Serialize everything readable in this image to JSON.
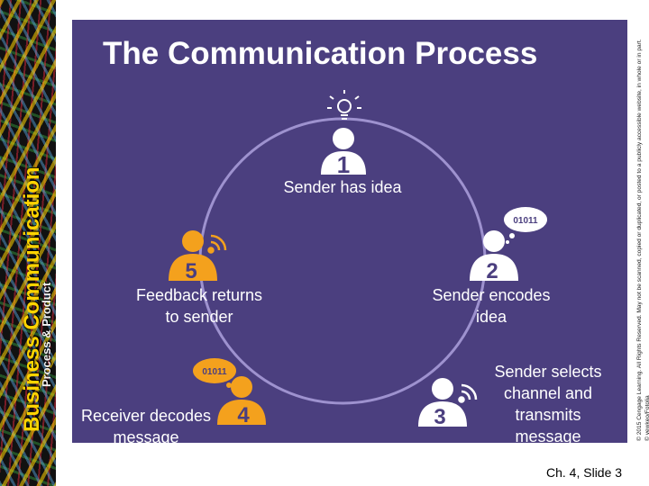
{
  "sidebar": {
    "book_title": "Business Communication",
    "book_subtitle": "Process & Product"
  },
  "slide": {
    "title": "The Communication Process",
    "footer": "Ch. 4, Slide 3",
    "copyright": "© 2015 Cengage Learning. All Rights Reserved. May not be scanned, copied or duplicated, or posted to a publicly accessible website, in whole or in part.\n© yewkeo/Fotolia"
  },
  "steps": [
    {
      "number": "1",
      "label": "Sender has idea"
    },
    {
      "number": "2",
      "label": "Sender encodes\nidea",
      "bubble": "01011"
    },
    {
      "number": "3",
      "label": "Sender selects\nchannel and\ntransmits\nmessage"
    },
    {
      "number": "4",
      "label": "Receiver decodes\nmessage",
      "bubble": "01011"
    },
    {
      "number": "5",
      "label": "Feedback returns\nto sender"
    }
  ],
  "colors": {
    "panel": "#4b3f7f",
    "circle": "#9e92cf",
    "white_figure": "#ffffff",
    "orange_figure": "#f4a11d",
    "text": "#ffffff"
  },
  "icons": [
    "lightbulb-icon",
    "speech-bubble-icon",
    "signal-waves-icon"
  ]
}
